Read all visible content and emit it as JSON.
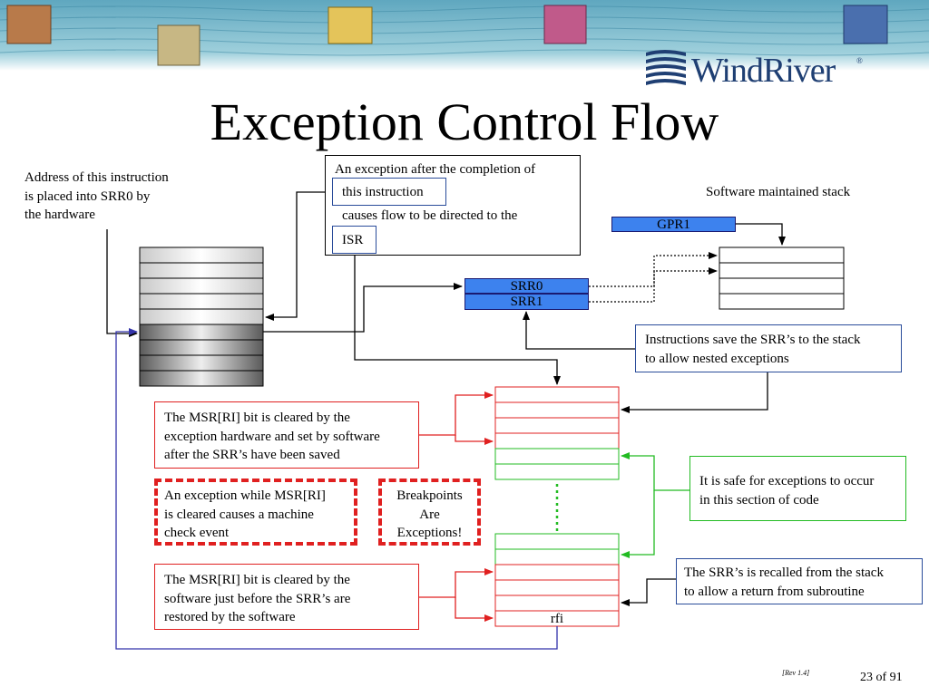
{
  "slide": {
    "title": "Exception Control Flow",
    "logo_text": "WindRiver",
    "logo_mark": "®",
    "revision": "[Rev 1.4]",
    "page_number": "23 of 91"
  },
  "colors": {
    "banner": "#7ab8c8",
    "register_blue": "#3d82ee",
    "red": "#e02020",
    "green": "#22bb22",
    "navy": "#3333aa",
    "logo_blue": "#1f3f73"
  },
  "labels": {
    "srr0_note": [
      "Address of this instruction",
      "is placed into SRR0 by",
      "the hardware"
    ],
    "exception_note_top": "An exception after the completion of",
    "this_instruction": "this instruction",
    "causes_flow": "causes flow to be directed to the",
    "isr": "ISR",
    "stack_title": "Software maintained stack",
    "gpr1": "GPR1",
    "srr0": "SRR0",
    "srr1": "SRR1",
    "save_srrs": [
      "Instructions save the SRR’s to the stack",
      "to allow nested exceptions"
    ],
    "msr_cleared_hw": [
      "The MSR[RI] bit is cleared by the",
      "exception hardware and set by software",
      "after the SRR’s have been saved"
    ],
    "machine_check": [
      "An exception while MSR[RI]",
      "is cleared causes a machine",
      "check event"
    ],
    "breakpoints": [
      "Breakpoints",
      "Are",
      "Exceptions!"
    ],
    "safe_section": [
      "It is safe for exceptions to occur",
      "in this section of code"
    ],
    "recall_srrs": [
      "The SRR’s is recalled from the stack",
      "to allow a return from subroutine"
    ],
    "msr_cleared_sw": [
      "The MSR[RI] bit is cleared by the",
      "software just before the SRR’s are",
      "restored by the software"
    ],
    "rfi": "rfi"
  }
}
